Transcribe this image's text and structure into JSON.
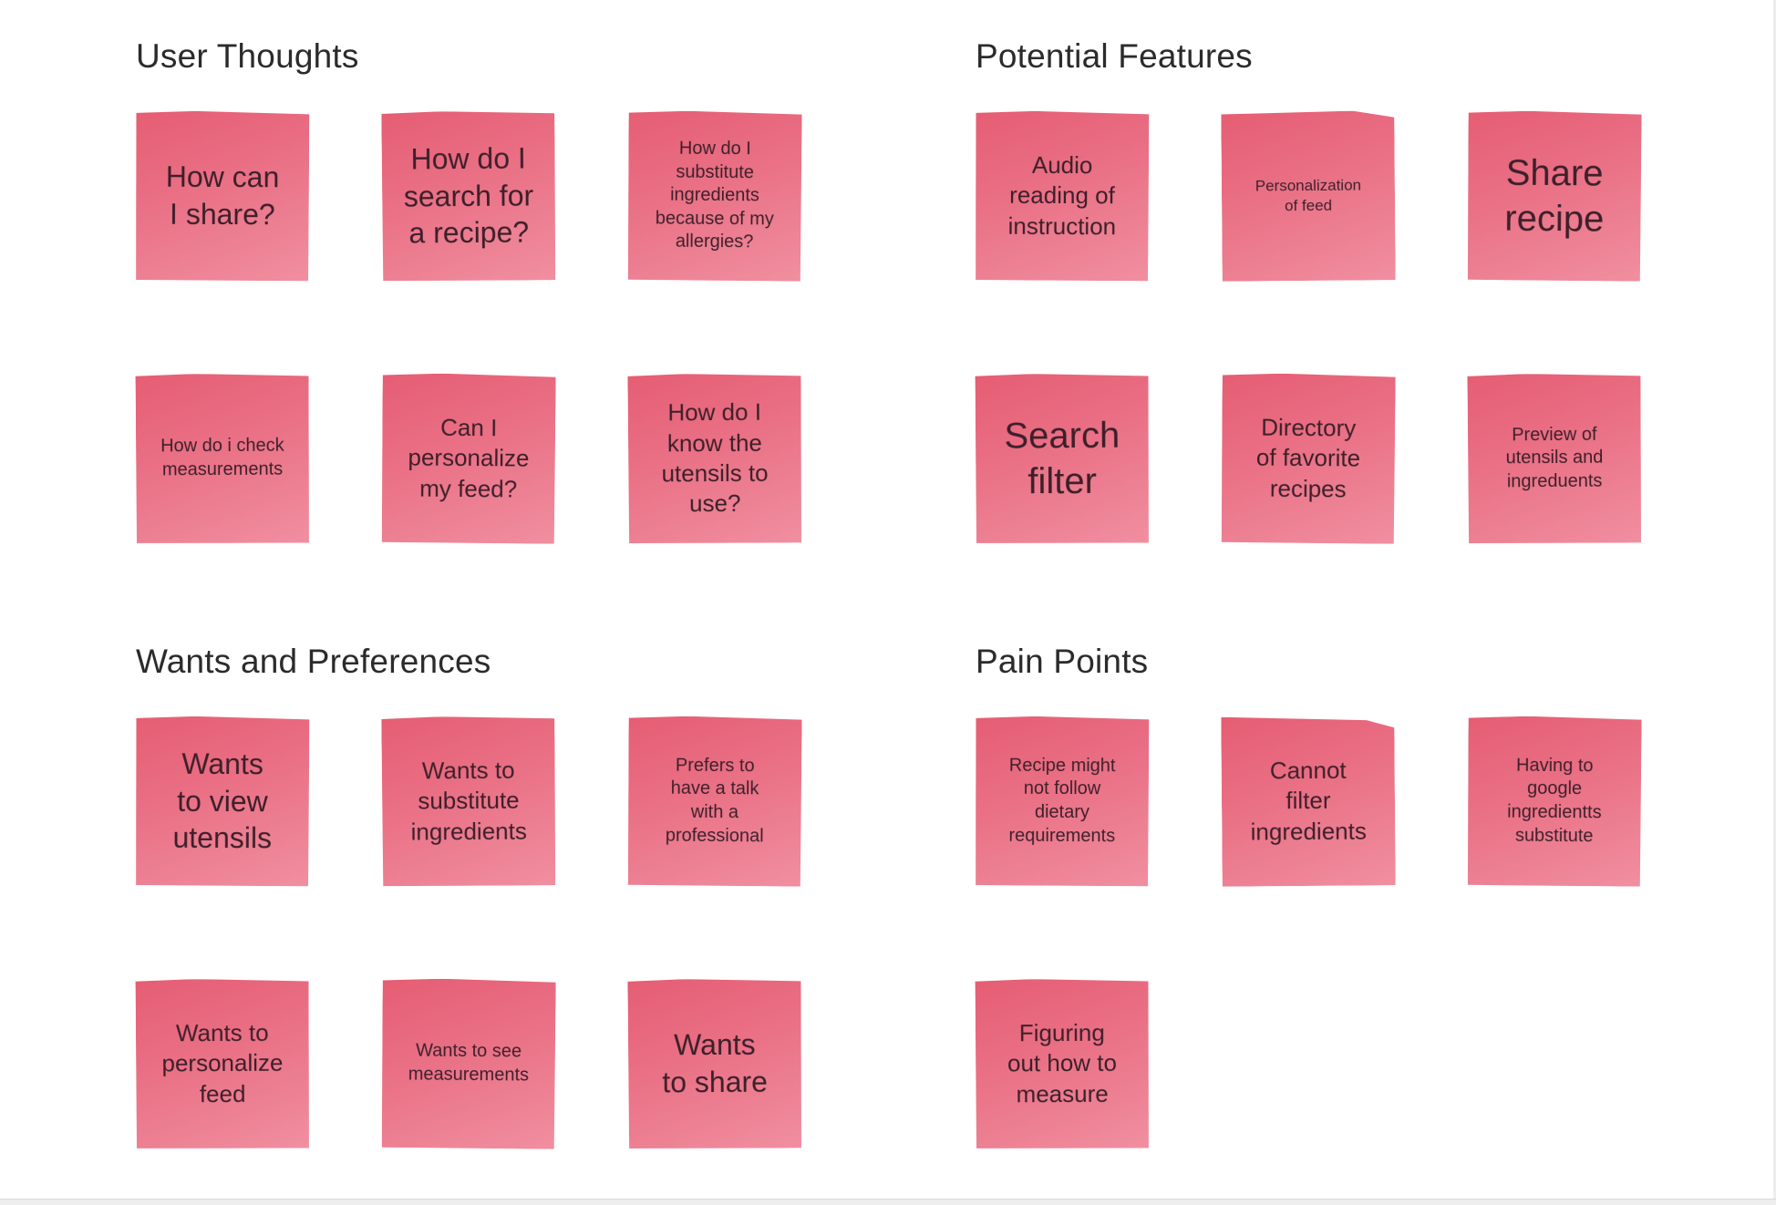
{
  "board": {
    "colors": {
      "note-top": "#e55d73",
      "note-mid": "#ea7186",
      "note-bottom": "#f08fa0",
      "note-text": "#3d1f2a",
      "title-color": "#2b2b2b",
      "edge": "#ededed"
    },
    "sections": [
      {
        "title": "User Thoughts",
        "notes": [
          {
            "text": "How can\nI share?"
          },
          {
            "text": "How do I\nsearch for\na recipe?"
          },
          {
            "text": "How do I\nsubstitute\ningredients\nbecause of my\nallergies?"
          },
          {
            "text": "How do i check\nmeasurements"
          },
          {
            "text": "Can I\npersonalize\nmy feed?"
          },
          {
            "text": "How do I\nknow the\nutensils to\nuse?"
          }
        ]
      },
      {
        "title": "Potential Features",
        "notes": [
          {
            "text": "Audio\nreading of\ninstruction"
          },
          {
            "text": "Personalization\nof feed"
          },
          {
            "text": "Share\nrecipe"
          },
          {
            "text": "Search\nfilter"
          },
          {
            "text": "Directory\nof favorite\nrecipes"
          },
          {
            "text": "Preview of\nutensils and\ningreduents"
          }
        ]
      },
      {
        "title": "Wants and Preferences",
        "notes": [
          {
            "text": "Wants\nto view\nutensils"
          },
          {
            "text": "Wants to\nsubstitute\ningredients"
          },
          {
            "text": "Prefers to\nhave a talk\nwith a\nprofessional"
          },
          {
            "text": "Wants to\npersonalize\nfeed"
          },
          {
            "text": "Wants to see\nmeasurements"
          },
          {
            "text": "Wants\nto share"
          }
        ]
      },
      {
        "title": "Pain Points",
        "notes": [
          {
            "text": "Recipe might\nnot follow\ndietary\nrequirements"
          },
          {
            "text": "Cannot\nfilter\ningredients"
          },
          {
            "text": "Having to\ngoogle\ningredientts\nsubstitute"
          },
          {
            "text": "Figuring\nout how to\nmeasure"
          }
        ]
      }
    ]
  }
}
